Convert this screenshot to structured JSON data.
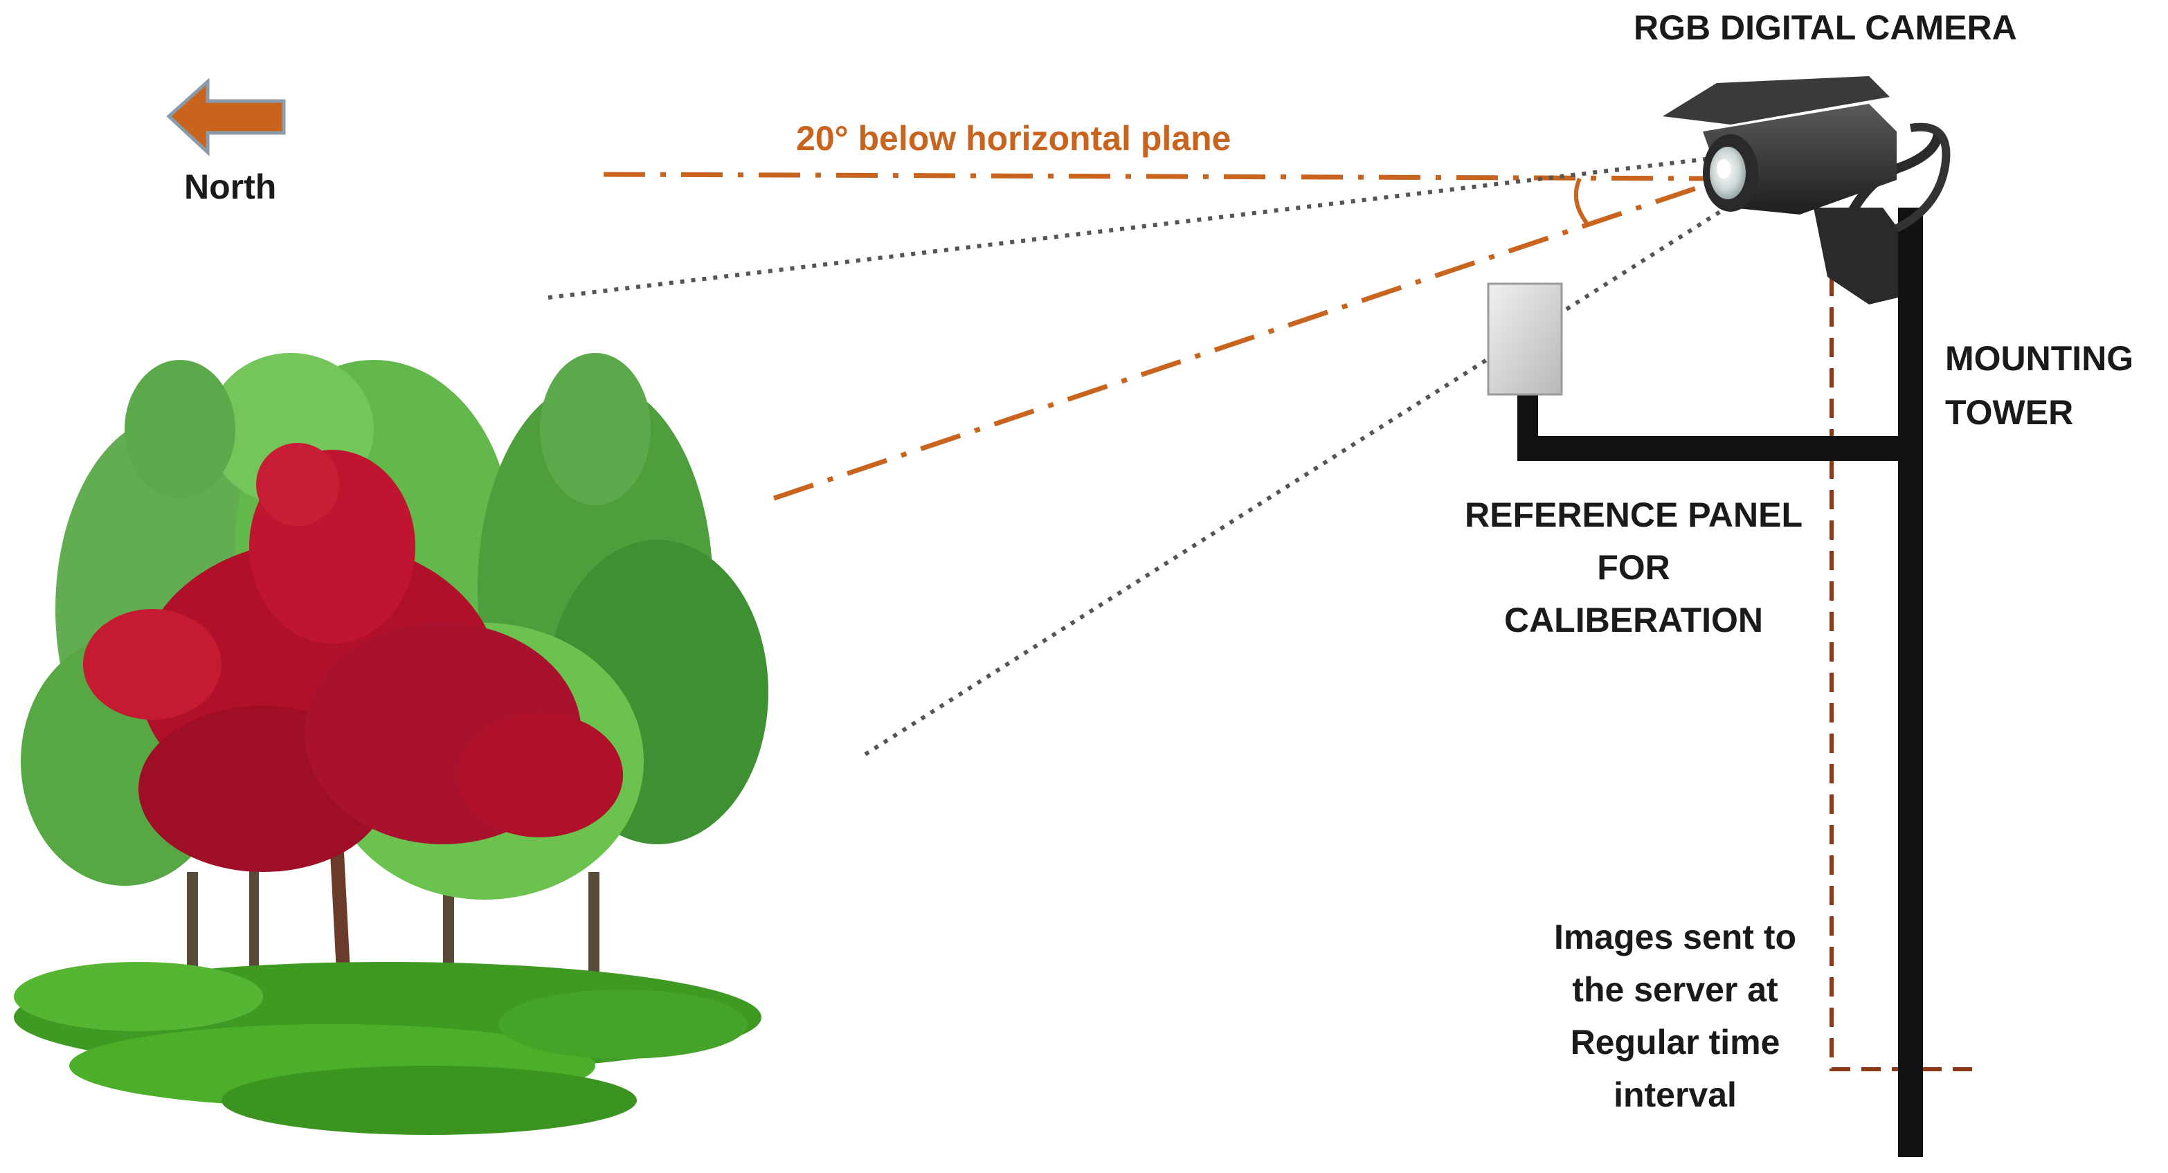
{
  "labels": {
    "camera": "RGB DIGITAL CAMERA",
    "north": "North",
    "angle": "20° below horizontal plane",
    "tower_line1": "MOUNTING",
    "tower_line2": "TOWER",
    "panel_line1": "REFERENCE PANEL",
    "panel_line2": "FOR",
    "panel_line3": "CALIBERATION",
    "images_line1": "Images sent to",
    "images_line2": "the server at",
    "images_line3": "Regular time",
    "images_line4": "interval"
  },
  "colors": {
    "accent_orange": "#c8641e",
    "dashed_brown": "#8b3a1a",
    "tower": "#111111",
    "dotted_gray": "#555555",
    "tree_red": "#b0102a",
    "tree_green": "#3fa33a",
    "grass_green": "#4caf2a"
  },
  "icons": {
    "direction_arrow": "left-arrow-icon",
    "camera": "security-camera-icon",
    "panel": "reference-panel-icon",
    "trees": "tree-cluster-icon"
  }
}
